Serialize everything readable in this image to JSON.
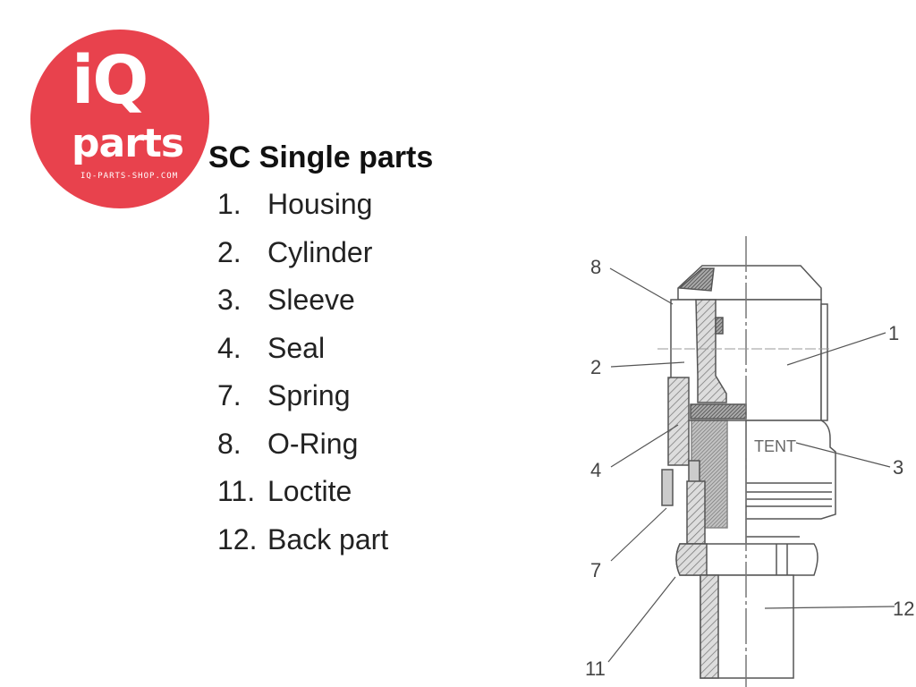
{
  "logo": {
    "brand_top": "iQ",
    "brand_bottom": "parts",
    "url": "IQ-PARTS-SHOP.COM",
    "color": "#e8424d"
  },
  "title": "SC Single parts",
  "parts": [
    {
      "num": "1.",
      "label": "Housing"
    },
    {
      "num": "2.",
      "label": "Cylinder"
    },
    {
      "num": "3.",
      "label": "Sleeve"
    },
    {
      "num": "4.",
      "label": "Seal"
    },
    {
      "num": "7.",
      "label": "Spring"
    },
    {
      "num": "8.",
      "label": "O-Ring"
    },
    {
      "num": "11.",
      "label": "Loctite"
    },
    {
      "num": "12.",
      "label": "Back part"
    }
  ],
  "diagram": {
    "callouts": [
      "8",
      "2",
      "4",
      "7",
      "11",
      "1",
      "3",
      "12"
    ],
    "stamp": "TENT"
  }
}
